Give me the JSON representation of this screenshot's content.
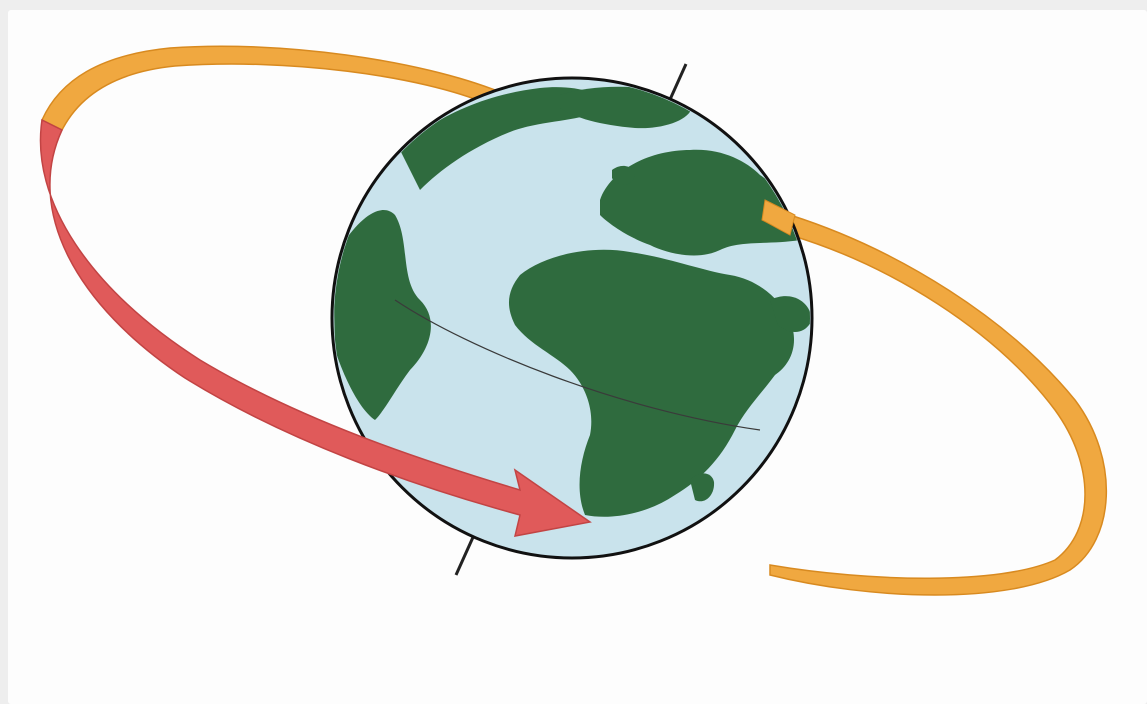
{
  "colors": {
    "page_background": "#eeeeee",
    "panel_background": "#fdfdfd",
    "ocean": "#c9e3ec",
    "land": "#2f6b3e",
    "globe_outline": "#111111",
    "orbit_ribbon": "#f0a840",
    "orbit_ribbon_edge": "#d88a20",
    "direction_arrow": "#e05a5a",
    "direction_arrow_edge": "#c24444",
    "rotation_axis": "#222222",
    "equator_line": "#3a3a3a"
  },
  "icons": {
    "globe": "earth-globe-icon",
    "orbit": "orbit-ribbon",
    "arrow": "direction-arrow",
    "axis": "rotation-axis"
  }
}
